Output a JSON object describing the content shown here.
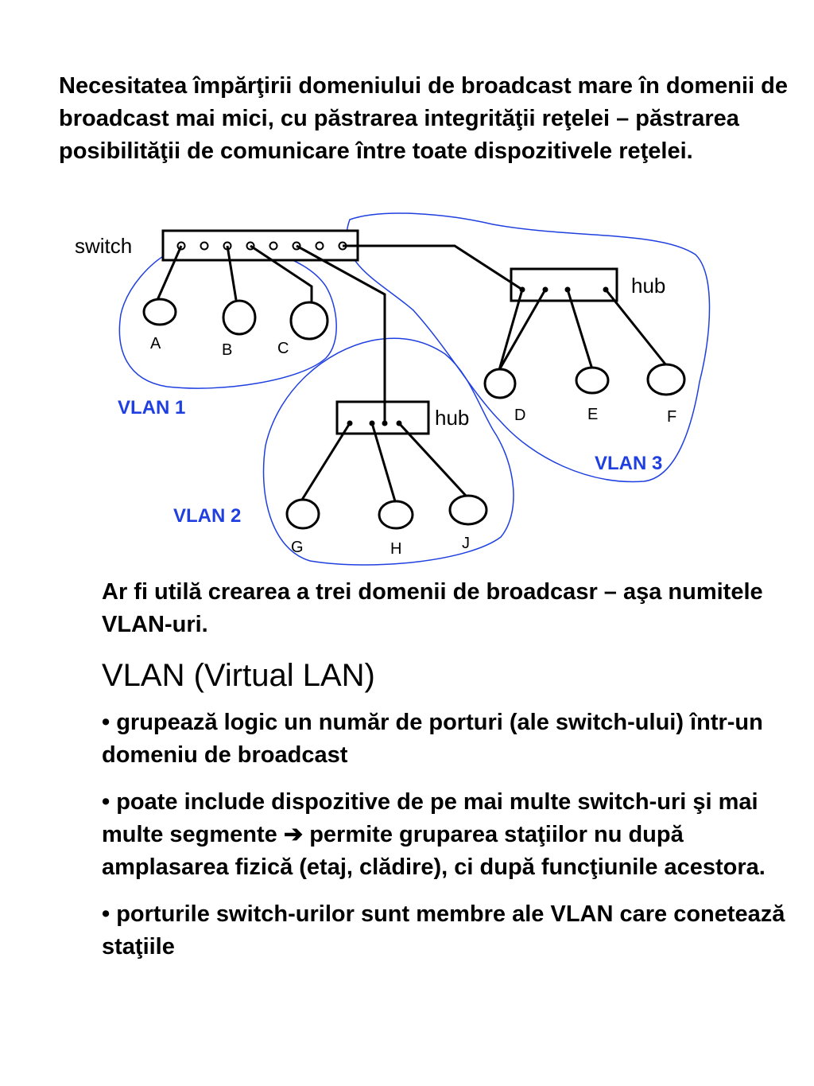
{
  "intro": "Necesitatea împărţirii domeniului de broadcast mare în domenii de broadcast mai mici, cu păstrarea integrităţii reţelei – păstrarea posibilităţii de comunicare între toate dispozitivele reţelei.",
  "diagram": {
    "switch_label": "switch",
    "hub_label": "hub",
    "vlan1": "VLAN 1",
    "vlan2": "VLAN 2",
    "vlan3": "VLAN 3",
    "stations": {
      "A": "A",
      "B": "B",
      "C": "C",
      "D": "D",
      "E": "E",
      "F": "F",
      "G": "G",
      "H": "H",
      "J": "J"
    },
    "colors": {
      "vlan": "#1f3fe0",
      "lines": "#000000"
    }
  },
  "note": "Ar fi utilă crearea a trei domenii de broadcasr – aşa numitele VLAN-uri.",
  "title": "VLAN (Virtual LAN)",
  "bullets": {
    "b1": "• grupează logic un număr de porturi (ale switch-ului) într-un domeniu de broadcast",
    "b2_start": "• poate include dispozitive de pe mai multe switch-uri şi mai multe segmente ",
    "b2_arrow": "➔",
    "b2_end": " permite gruparea staţiilor nu după amplasarea fizică (etaj, clădire), ci după funcţiunile acestora.",
    "b3": "• porturile switch-urilor sunt membre ale VLAN care conetează staţiile"
  }
}
